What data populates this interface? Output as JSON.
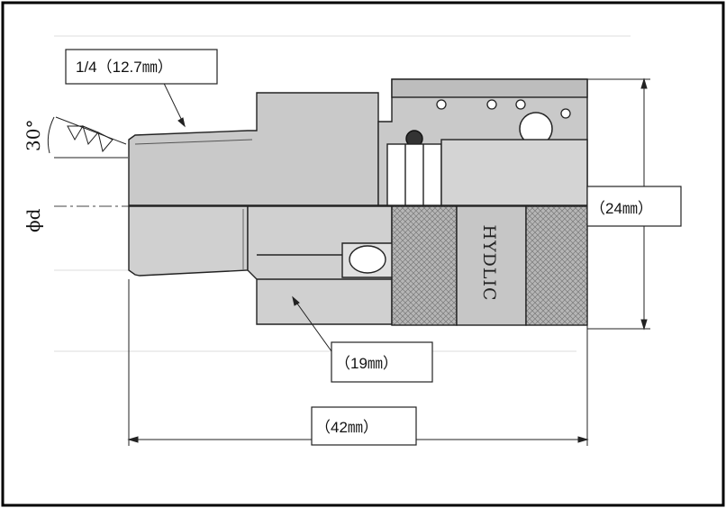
{
  "diagram": {
    "callouts": {
      "thread": "1/4（12.7㎜）",
      "hex_small": "（19㎜）",
      "length": "（42㎜）",
      "diameter_outer": "（24㎜）"
    },
    "angle": "30°",
    "bore": "ϕd",
    "brand": "HYDLIC"
  },
  "colors": {
    "frame": "#000000",
    "line": "#222222",
    "body_fill": "#c9c9c9",
    "body_dark": "#a9a9a9",
    "knurl_fill": "#b4b4b4",
    "centerline": "#444444"
  }
}
